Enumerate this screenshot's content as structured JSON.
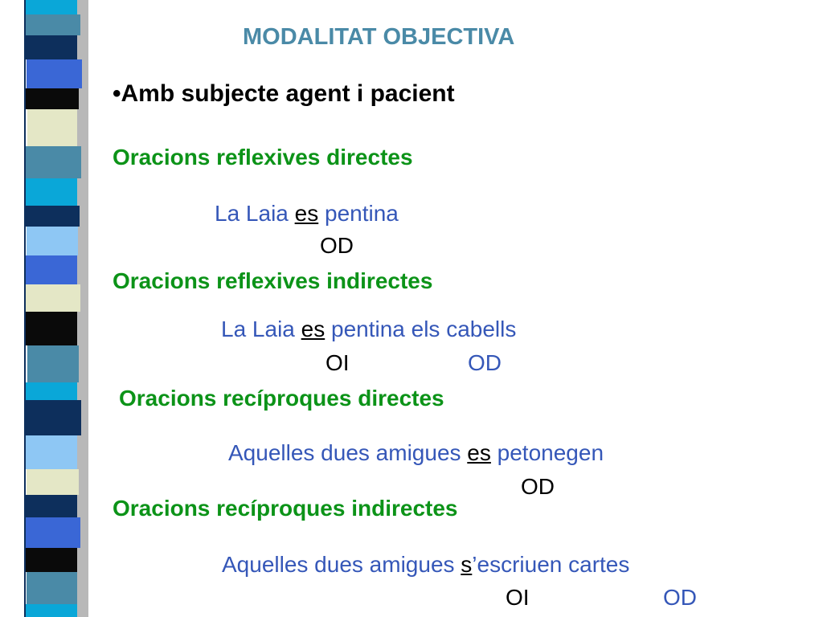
{
  "title": "MODALITAT OBJECTIVA",
  "bullet": "•Amb subjecte agent i pacient",
  "sections": [
    {
      "heading": "Oracions reflexives directes",
      "example": {
        "pre": "La Laia ",
        "pron": "es",
        "post": " pentina"
      },
      "functions": [
        "OD"
      ]
    },
    {
      "heading": "Oracions reflexives indirectes",
      "example": {
        "pre": "La Laia ",
        "pron": "es",
        "post": " pentina els cabells"
      },
      "functions": [
        "OI",
        "OD"
      ]
    },
    {
      "heading": "Oracions recíproques directes",
      "example": {
        "pre": "Aquelles dues amigues ",
        "pron": "es",
        "post": " petonegen"
      },
      "functions": [
        "OD"
      ]
    },
    {
      "heading": "Oracions recíproques indirectes",
      "example": {
        "pre": "Aquelles dues amigues ",
        "pron": "s",
        "post": "’escriuen cartes"
      },
      "functions": [
        "OI",
        "OD"
      ]
    }
  ],
  "colors": {
    "title": "#4a8aa7",
    "heading": "#0c9318",
    "example": "#3557b8",
    "strip": [
      "#0d2f5c",
      "#4a8aa7",
      "#3a67d6",
      "#0a0a0a",
      "#e4e7c6",
      "#0aa7d8",
      "#8ec7f4"
    ]
  }
}
